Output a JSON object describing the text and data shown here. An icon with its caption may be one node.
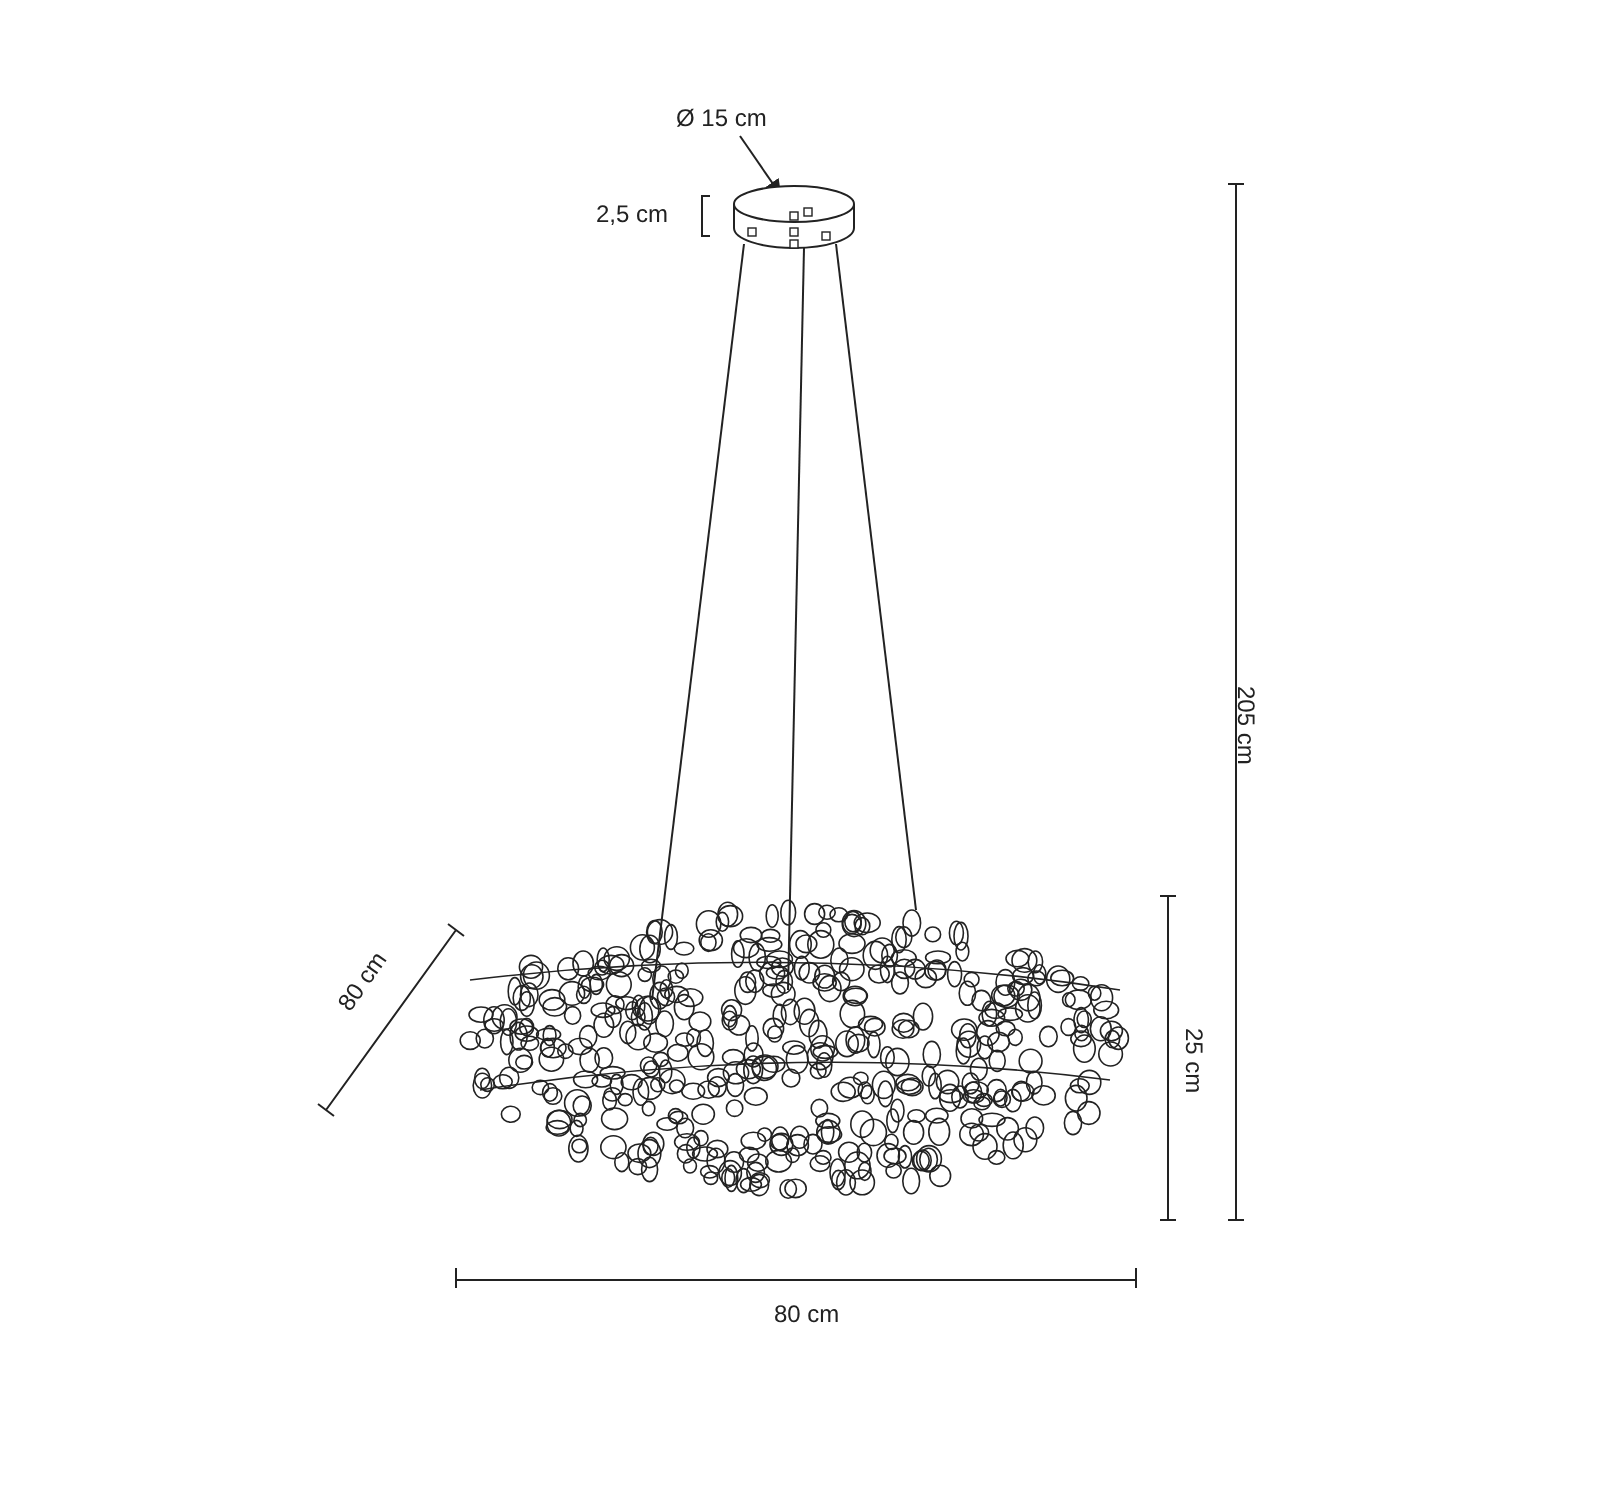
{
  "diagram": {
    "nodes": [
      {
        "text": [
          "Ø 15 cm"
        ]
      },
      {
        "text": [],
        "shape": "picture"
      }
    ],
    "edges": [
      {
        "from": 0,
        "to": 1,
        "arrow": "to"
      }
    ],
    "labels": [
      "2,5 cm",
      "205 cm",
      "80 cm",
      "25 cm",
      "80 cm"
    ]
  }
}
